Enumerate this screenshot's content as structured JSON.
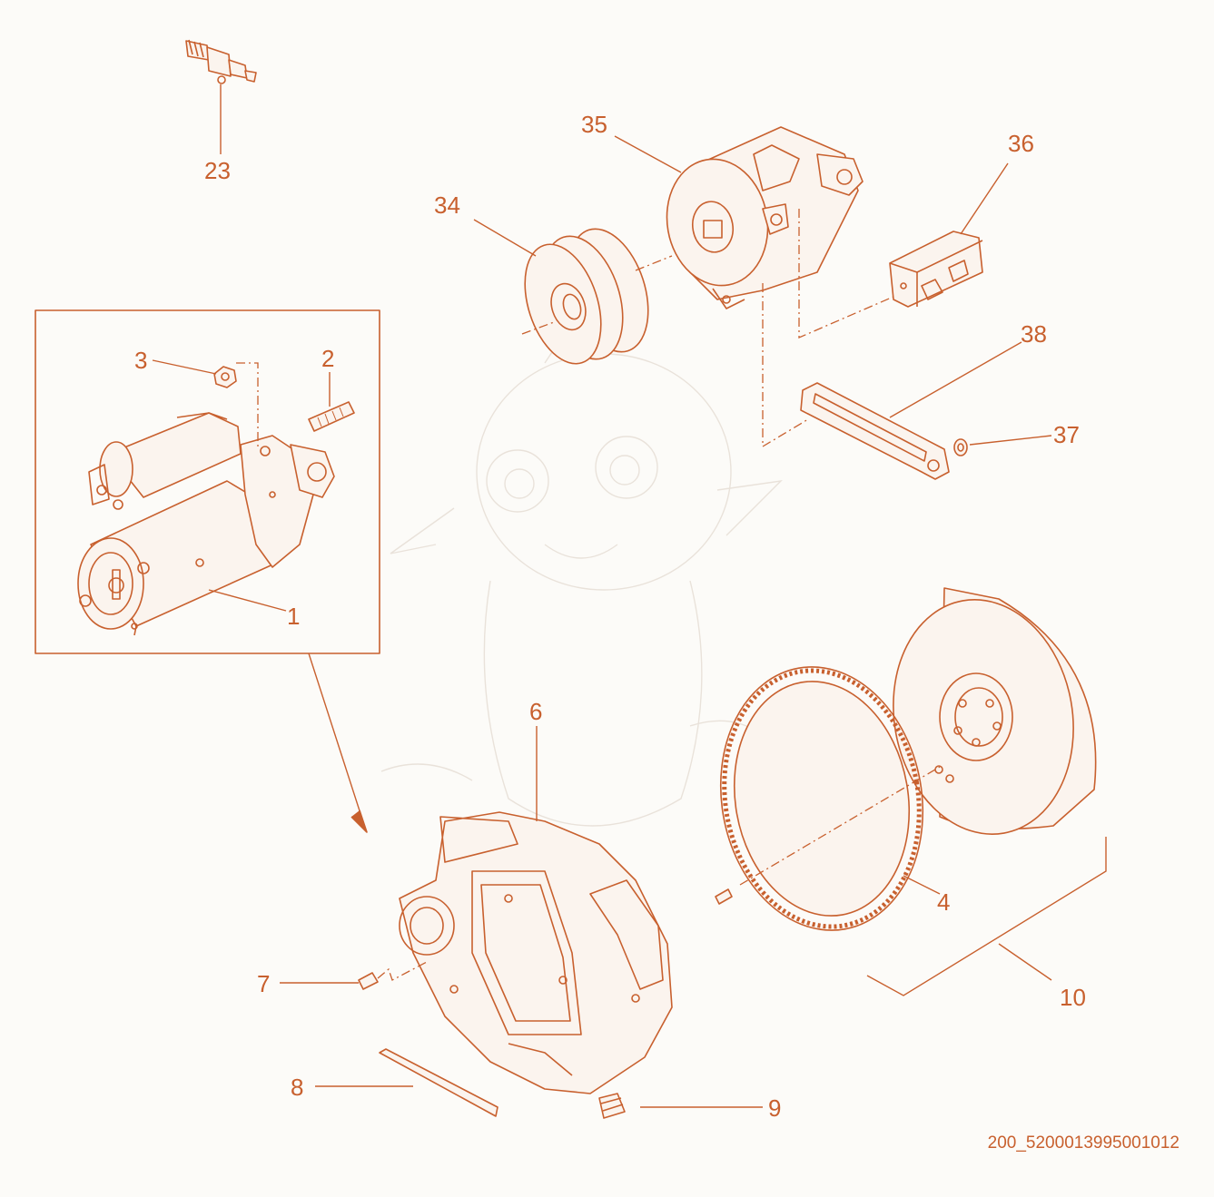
{
  "diagram": {
    "drawing_id": "200_5200013995001012",
    "callouts": {
      "starter": "1",
      "stud": "2",
      "nut": "3",
      "ring_gear": "4",
      "flywheel_housing": "6",
      "dowel_pin_7": "7",
      "gasket_strip": "8",
      "plug": "9",
      "flywheel_assembly": "10",
      "temp_sender": "23",
      "pulley": "34",
      "alternator": "35",
      "bracket": "36",
      "washer_37": "37",
      "adjusting_link": "38"
    },
    "colors": {
      "line": "#c8602e",
      "background": "#fcfbf8",
      "watermark": "#e9e2da"
    }
  }
}
